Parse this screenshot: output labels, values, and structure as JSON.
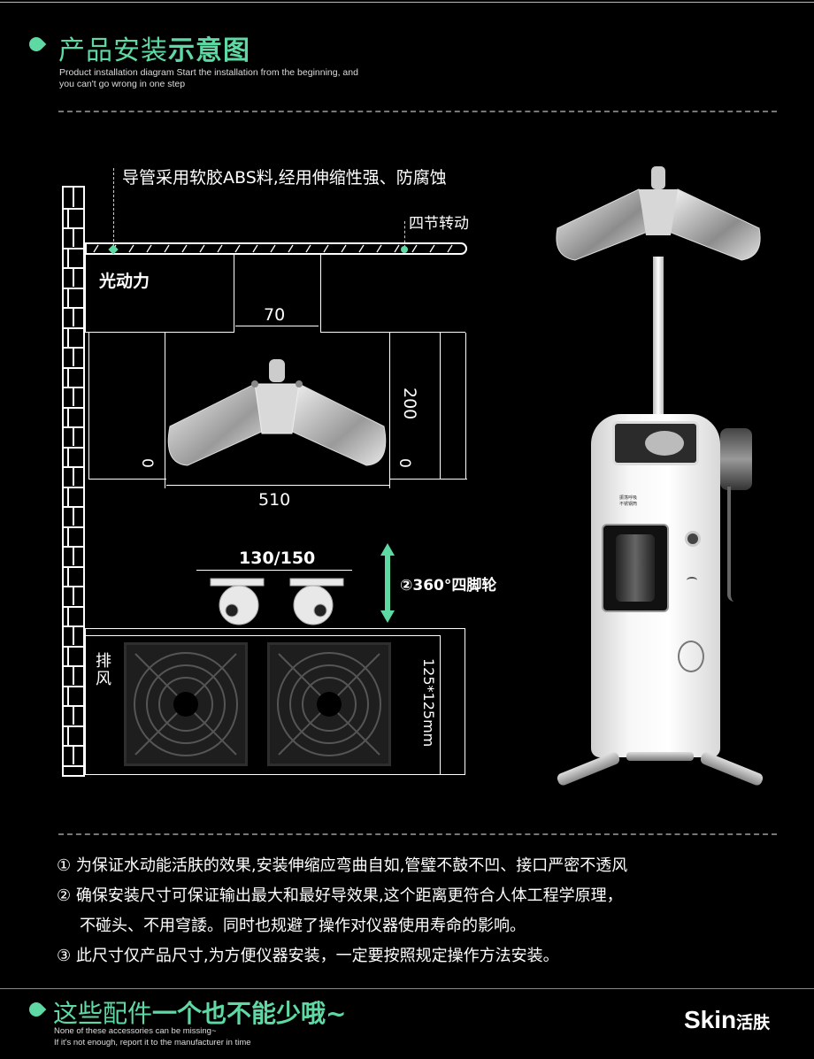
{
  "header": {
    "title_plain": "产品安装",
    "title_bold": "示意图",
    "subtitle": "Product installation diagram Start the installation from the beginning, and you can't go wrong in one step"
  },
  "diagram": {
    "tube_note": "导管采用软胶ABS料,经用伸缩性强、防腐蚀",
    "four_joint": "四节转动",
    "light_power": "光动力",
    "dim_70": "70",
    "dim_200": "200",
    "dim_0_left": "0",
    "dim_0_right": "0",
    "dim_510": "510",
    "dim_130_150": "130/150",
    "wheels": "②360°四脚轮",
    "exhaust": "排风",
    "fan_size": "125*125mm"
  },
  "machine": {
    "panel_text_1": "振荡呼吸",
    "panel_text_2": "不锈钢筒"
  },
  "notes": [
    "① 为保证水动能活肤的效果,安装伸缩应弯曲自如,管璧不鼓不凹、接口严密不透风",
    "② 确保安装尺寸可保证输出最大和最好导效果,这个距离更符合人体工程学原理，",
    "不碰头、不用穹諉。同时也规避了操作对仪器使用寿命的影响。",
    "③ 此尺寸仅产品尺寸,为方便仪器安装，一定要按照规定操作方法安装。"
  ],
  "footer": {
    "title_plain": "这些配件",
    "title_bold": "一个也不能少哦~",
    "sub_1": "None of these accessories can be missing~",
    "sub_2": "If it's not enough, report it to the manufacturer in time",
    "logo_en": "Skin",
    "logo_cn": "活肤"
  },
  "colors": {
    "accent": "#5fd9a3",
    "background": "#000000"
  }
}
